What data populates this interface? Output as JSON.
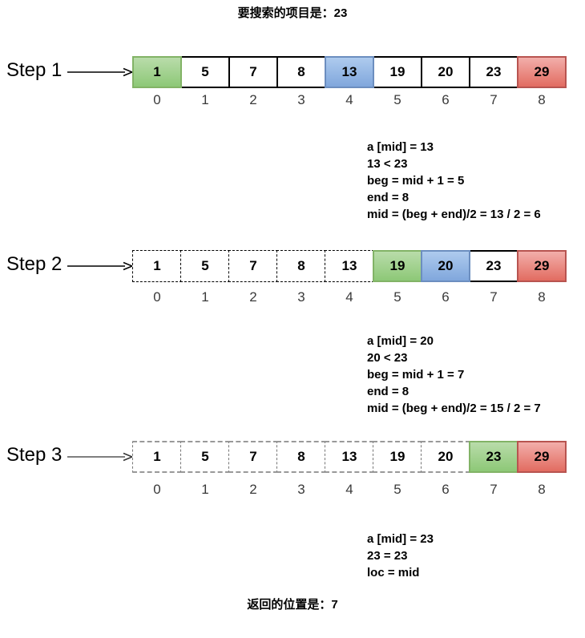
{
  "title": "要搜索的项目是：23",
  "footer": "返回的位置是：7",
  "colors": {
    "cell_green_top": "#b9dcaa",
    "cell_green_bottom": "#8dc877",
    "cell_green_border": "#82b366",
    "cell_blue_top": "#aecbee",
    "cell_blue_bottom": "#80a7dc",
    "cell_blue_border": "#6c8ebf",
    "cell_red_top": "#f2aeaa",
    "cell_red_bottom": "#e26c61",
    "cell_red_border": "#b85450",
    "eliminated_dash_step2": "#000000",
    "eliminated_dash_step3": "#999999",
    "arrow_black": "#000000",
    "arrow_gray": "#555555",
    "index_text": "#3a3a3a"
  },
  "steps": [
    {
      "label": "Step 1",
      "cells": [
        {
          "value": "1",
          "style": "green"
        },
        {
          "value": "5",
          "style": "plain"
        },
        {
          "value": "7",
          "style": "plain"
        },
        {
          "value": "8",
          "style": "plain"
        },
        {
          "value": "13",
          "style": "blue"
        },
        {
          "value": "19",
          "style": "plain"
        },
        {
          "value": "20",
          "style": "plain"
        },
        {
          "value": "23",
          "style": "plain"
        },
        {
          "value": "29",
          "style": "red"
        }
      ],
      "indices": [
        "0",
        "1",
        "2",
        "3",
        "4",
        "5",
        "6",
        "7",
        "8"
      ],
      "notes": [
        "a [mid] = 13",
        "13 < 23",
        "beg = mid + 1 = 5",
        "end = 8",
        "mid = (beg + end)/2 = 13 / 2 = 6"
      ]
    },
    {
      "label": "Step 2",
      "cells": [
        {
          "value": "1",
          "style": "dashed"
        },
        {
          "value": "5",
          "style": "dashed"
        },
        {
          "value": "7",
          "style": "dashed"
        },
        {
          "value": "8",
          "style": "dashed"
        },
        {
          "value": "13",
          "style": "dashed"
        },
        {
          "value": "19",
          "style": "green"
        },
        {
          "value": "20",
          "style": "blue"
        },
        {
          "value": "23",
          "style": "plain"
        },
        {
          "value": "29",
          "style": "red"
        }
      ],
      "indices": [
        "0",
        "1",
        "2",
        "3",
        "4",
        "5",
        "6",
        "7",
        "8"
      ],
      "notes": [
        "a [mid] = 20",
        "20 < 23",
        "beg = mid + 1 = 7",
        "end = 8",
        "mid = (beg + end)/2 = 15 / 2 = 7"
      ]
    },
    {
      "label": "Step 3",
      "cells": [
        {
          "value": "1",
          "style": "dashedgray"
        },
        {
          "value": "5",
          "style": "dashedgray"
        },
        {
          "value": "7",
          "style": "dashedgray"
        },
        {
          "value": "8",
          "style": "dashedgray"
        },
        {
          "value": "13",
          "style": "dashedgray"
        },
        {
          "value": "19",
          "style": "dashedgray"
        },
        {
          "value": "20",
          "style": "dashedgray"
        },
        {
          "value": "23",
          "style": "green"
        },
        {
          "value": "29",
          "style": "red"
        }
      ],
      "indices": [
        "0",
        "1",
        "2",
        "3",
        "4",
        "5",
        "6",
        "7",
        "8"
      ],
      "notes": [
        "a [mid] = 23",
        "23 = 23",
        "loc = mid"
      ]
    }
  ]
}
